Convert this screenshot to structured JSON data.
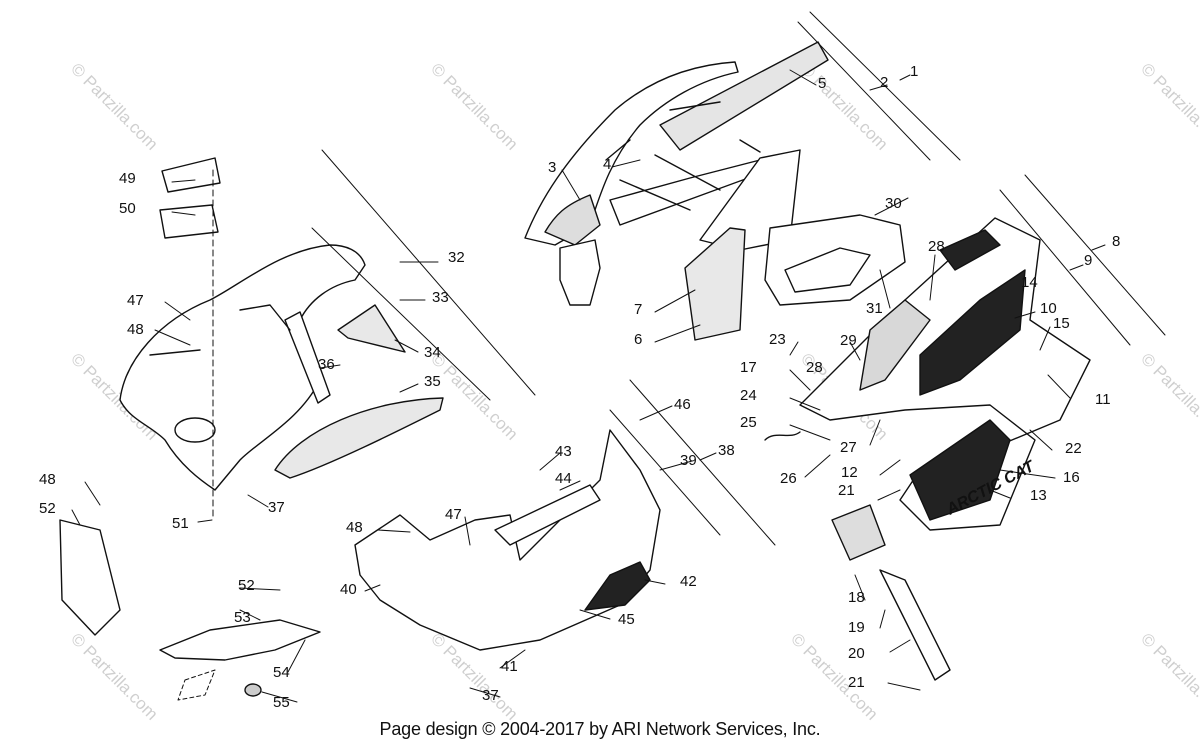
{
  "footer": {
    "text": "Page design © 2004-2017 by ARI Network Services, Inc."
  },
  "watermark": {
    "text": "© Partzilla.com"
  },
  "colors": {
    "line": "#111111",
    "background": "#ffffff",
    "watermark": "#cfcfcf"
  },
  "callouts": [
    "1",
    "2",
    "3",
    "4",
    "5",
    "6",
    "7",
    "8",
    "9",
    "10",
    "11",
    "12",
    "13",
    "14",
    "15",
    "16",
    "17",
    "18",
    "19",
    "20",
    "21",
    "21",
    "22",
    "23",
    "24",
    "25",
    "26",
    "27",
    "28",
    "28",
    "29",
    "30",
    "31",
    "32",
    "33",
    "34",
    "35",
    "36",
    "37",
    "37",
    "38",
    "39",
    "40",
    "41",
    "42",
    "43",
    "44",
    "45",
    "46",
    "47",
    "47",
    "48",
    "48",
    "48",
    "49",
    "50",
    "51",
    "52",
    "52",
    "53",
    "54",
    "55"
  ],
  "decals": {
    "brand": "ARCTIC CAT"
  }
}
